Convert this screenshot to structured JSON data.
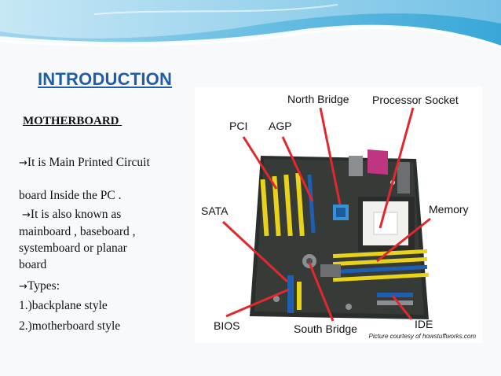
{
  "slide": {
    "title": "INTRODUCTION",
    "subtitle": "MOTHERBOARD ",
    "lines": [
      "It  is Main Printed Circuit",
      "board Inside the PC .",
      "It is also known as",
      "mainboard , baseboard ,",
      "systemboard or planar",
      "board",
      "Types:",
      "1.)backplane style",
      "2.)motherboard style"
    ],
    "arrow_glyph": "→"
  },
  "figure": {
    "labels": {
      "north_bridge": "North Bridge",
      "processor_socket": "Processor Socket",
      "pci": "PCI",
      "agp": "AGP",
      "sata": "SATA",
      "memory": "Memory",
      "bios": "BIOS",
      "south_bridge": "South Bridge",
      "ide": "IDE"
    },
    "credit": "Picture courtesy of howstuffworks.com",
    "colors": {
      "pointer": "#e0282e",
      "board": "#2b2f2c",
      "slot_yellow": "#e8d21a",
      "slot_blue": "#1f5fb0",
      "socket": "#f1f1ee",
      "title": "#1f5da8"
    }
  }
}
